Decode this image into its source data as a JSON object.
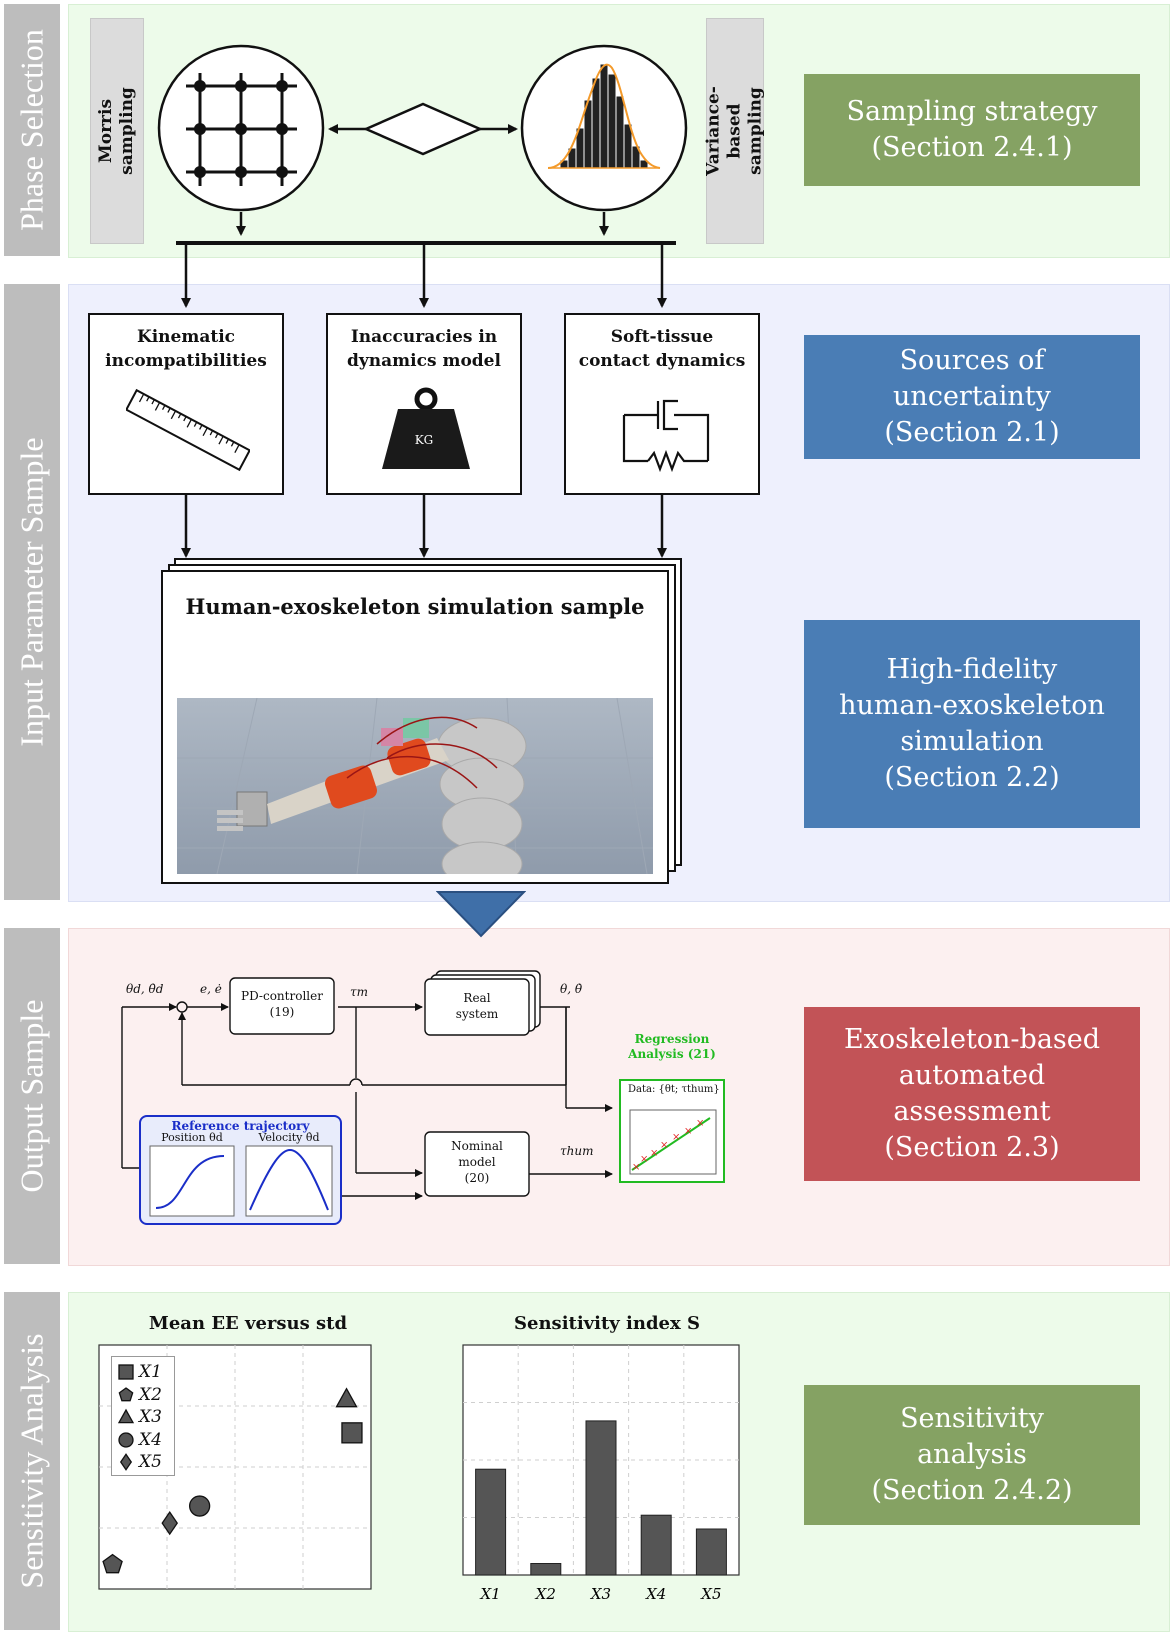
{
  "phases": {
    "phase1": "Phase Selection",
    "phase2": "Input Parameter Sample",
    "phase3": "Output Sample",
    "phase4": "Sensitivity Analysis"
  },
  "labels": {
    "sampling": "Sampling strategy\n(Section 2.4.1)",
    "uncertainty": "Sources of\nuncertainty\n(Section 2.1)",
    "simulation": "High-fidelity\nhuman-exoskeleton\nsimulation\n(Section 2.2)",
    "assessment": "Exoskeleton-based\nautomated\nassessment\n(Section 2.3)",
    "sensitivity": "Sensitivity\nanalysis\n(Section 2.4.2)"
  },
  "sampling": {
    "morris": "Morris\nsampling",
    "variance": "Variance-based\nsampling"
  },
  "sources": {
    "kinematic": "Kinematic\nincompatibilities",
    "dynamics": "Inaccuracies in\ndynamics model",
    "softtissue": "Soft-tissue\ncontact dynamics",
    "weight_label": "KG"
  },
  "simulation_title": "Human-exoskeleton simulation sample",
  "block_diagram": {
    "input_signal": "θd, θ̇d",
    "error_signal": "e, ė",
    "pd_controller": "PD-controller\n(19)",
    "tau_m": "τm",
    "real_system": "Real\nsystem",
    "output_signal": "θ, θ̇",
    "nominal_model": "Nominal\nmodel\n(20)",
    "tau_hum": "τhum",
    "regression_title": "Regression\nAnalysis (21)",
    "regression_data": "Data: {θt; τthum}",
    "reference_title": "Reference trajectory",
    "position_label": "Position θd",
    "velocity_label": "Velocity θ̇d"
  },
  "colors": {
    "green_box": "#85a263",
    "blue_box": "#4a7db5",
    "red_box": "#c25357",
    "ref_blue": "#1a2ec8",
    "reg_green": "#22bb22"
  },
  "scatter_chart": {
    "title": "Mean EE versus std",
    "legend": [
      "X1",
      "X2",
      "X3",
      "X4",
      "X5"
    ],
    "chart_data": {
      "type": "scatter",
      "series": [
        {
          "name": "X1",
          "marker": "square",
          "x": 0.93,
          "y": 0.64
        },
        {
          "name": "X2",
          "marker": "pentagon",
          "x": 0.05,
          "y": 0.1
        },
        {
          "name": "X3",
          "marker": "triangle",
          "x": 0.91,
          "y": 0.78
        },
        {
          "name": "X4",
          "marker": "circle",
          "x": 0.37,
          "y": 0.34
        },
        {
          "name": "X5",
          "marker": "diamond",
          "x": 0.26,
          "y": 0.27
        }
      ],
      "xlim": [
        0,
        1
      ],
      "ylim": [
        0,
        1
      ],
      "grid": true,
      "legend_position": "top-left"
    }
  },
  "bar_chart": {
    "title": "Sensitivity index S",
    "chart_data": {
      "type": "bar",
      "categories": [
        "X1",
        "X2",
        "X3",
        "X4",
        "X5"
      ],
      "values": [
        0.46,
        0.05,
        0.67,
        0.26,
        0.2
      ],
      "ylim": [
        0,
        1
      ],
      "grid": true
    }
  }
}
